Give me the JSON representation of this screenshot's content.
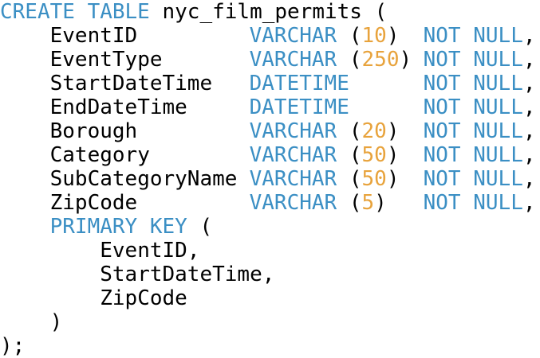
{
  "statement": {
    "create_kw": "CREATE TABLE",
    "table_name": "nyc_film_permits",
    "open_paren": "(",
    "close": ");"
  },
  "columns": [
    {
      "name": "EventID",
      "type": "VARCHAR",
      "size": "10",
      "constraint": "NOT NULL"
    },
    {
      "name": "EventType",
      "type": "VARCHAR",
      "size": "250",
      "constraint": "NOT NULL"
    },
    {
      "name": "StartDateTime",
      "type": "DATETIME",
      "size": "",
      "constraint": "NOT NULL"
    },
    {
      "name": "EndDateTime",
      "type": "DATETIME",
      "size": "",
      "constraint": "NOT NULL"
    },
    {
      "name": "Borough",
      "type": "VARCHAR",
      "size": "20",
      "constraint": "NOT NULL"
    },
    {
      "name": "Category",
      "type": "VARCHAR",
      "size": "50",
      "constraint": "NOT NULL"
    },
    {
      "name": "SubCategoryName",
      "type": "VARCHAR",
      "size": "50",
      "constraint": "NOT NULL"
    },
    {
      "name": "ZipCode",
      "type": "VARCHAR",
      "size": "5",
      "constraint": "NOT NULL"
    }
  ],
  "primary_key": {
    "keyword": "PRIMARY KEY",
    "columns": [
      "EventID",
      "StartDateTime",
      "ZipCode"
    ]
  },
  "colors": {
    "keyword": "#3b8fc4",
    "number": "#e8a33c",
    "text": "#000000"
  }
}
